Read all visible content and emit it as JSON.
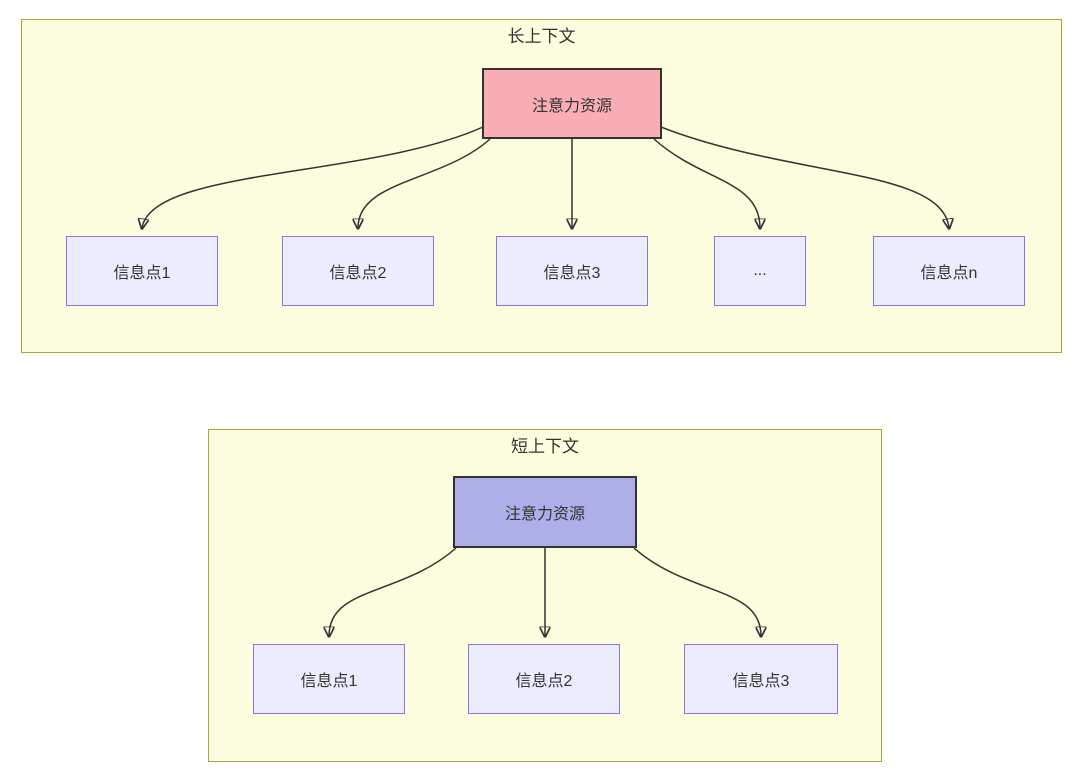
{
  "diagram": {
    "long_context": {
      "title": "长上下文",
      "attention_label": "注意力资源",
      "nodes": [
        {
          "label": "信息点1"
        },
        {
          "label": "信息点2"
        },
        {
          "label": "信息点3"
        },
        {
          "label": "..."
        },
        {
          "label": "信息点n"
        }
      ]
    },
    "short_context": {
      "title": "短上下文",
      "attention_label": "注意力资源",
      "nodes": [
        {
          "label": "信息点1"
        },
        {
          "label": "信息点2"
        },
        {
          "label": "信息点3"
        }
      ]
    },
    "colors": {
      "panel_fill": "#fcfcde",
      "panel_border": "#a8a832",
      "attention_long_fill": "#f9aeb5",
      "attention_short_fill": "#aeaee8",
      "info_node_fill": "#ececff",
      "info_node_border": "#9370db",
      "attention_border": "#333333",
      "arrow": "#333333",
      "text": "#333333"
    }
  }
}
